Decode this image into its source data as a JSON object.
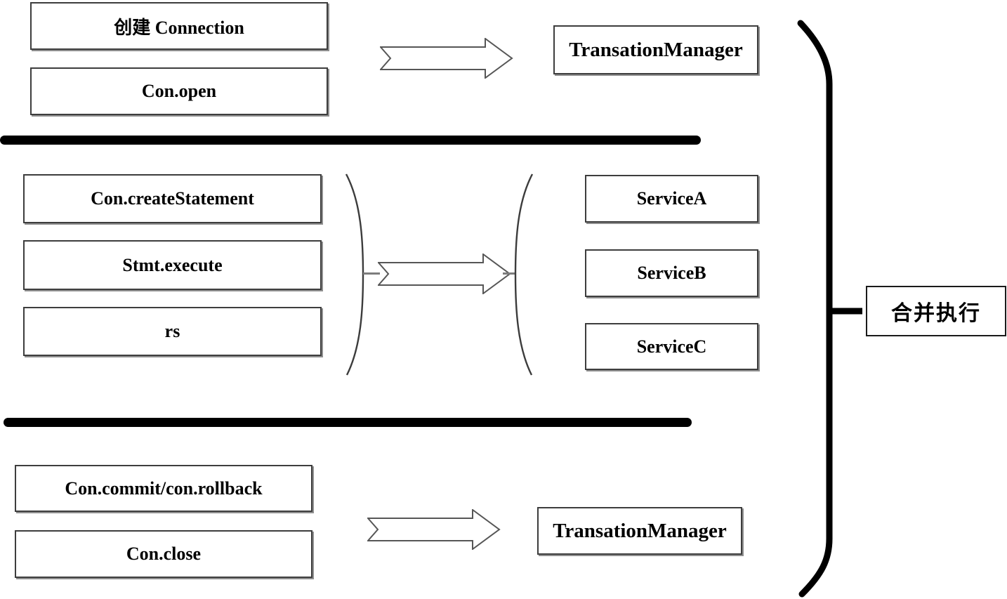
{
  "top": {
    "steps": [
      "创建 Connection",
      "Con.open"
    ],
    "target": "TransationManager"
  },
  "middle": {
    "steps": [
      "Con.createStatement",
      "Stmt.execute",
      "rs"
    ],
    "services": [
      "ServiceA",
      "ServiceB",
      "ServiceC"
    ]
  },
  "bottom": {
    "steps": [
      "Con.commit/con.rollback",
      "Con.close"
    ],
    "target": "TransationManager"
  },
  "summary": {
    "label": "合并执行"
  },
  "colors": {
    "background": "#ffffff",
    "box_border": "#3d3d3d",
    "box_shadow": "#8f8f8f",
    "arrow_stroke": "#565656",
    "brace_thin": "#3c3c3c",
    "brace_thick": "#000000",
    "divider": "#000000"
  }
}
